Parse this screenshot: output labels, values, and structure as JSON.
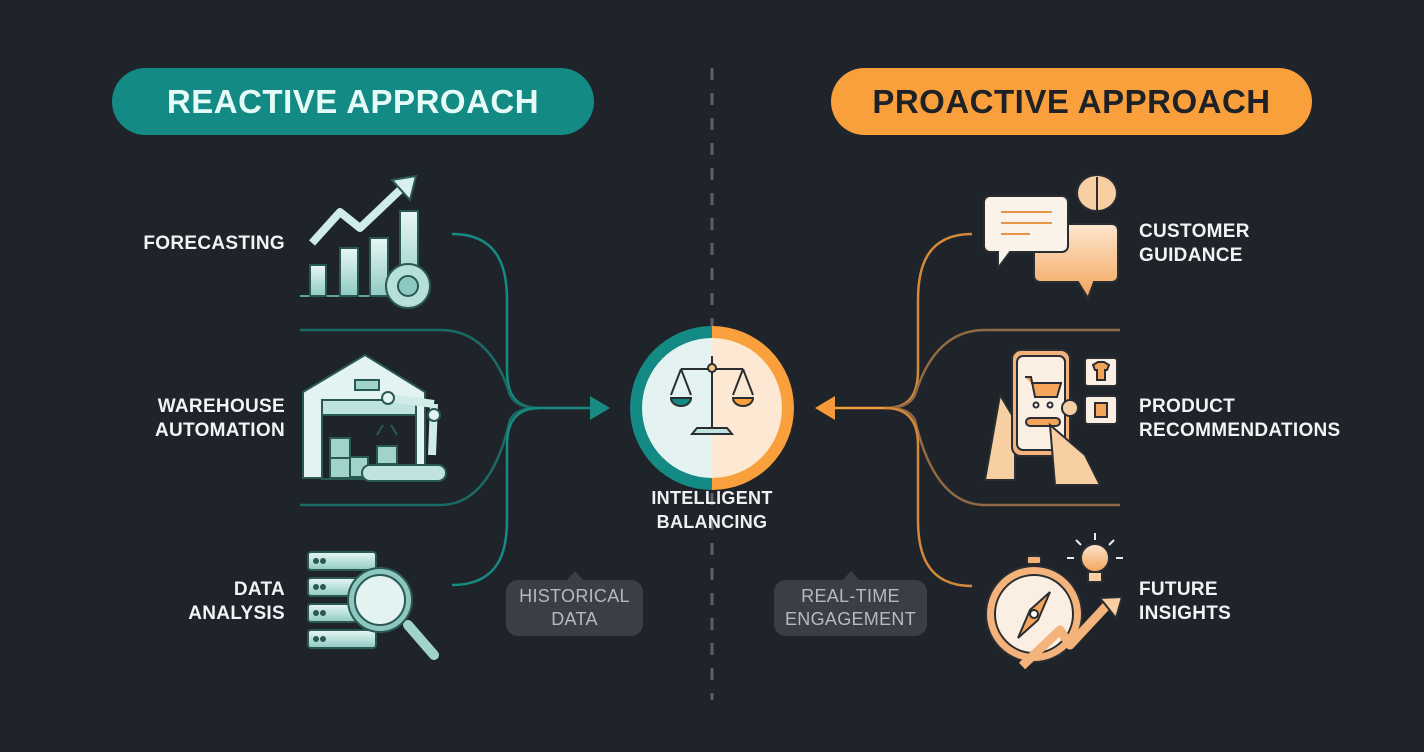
{
  "colors": {
    "background": "#1f242b",
    "reactive_accent": "#138a84",
    "proactive_accent": "#f9a03c",
    "tag_background": "#3b3f45",
    "divider": "#5b6168"
  },
  "reactive": {
    "title": "REACTIVE APPROACH",
    "items": [
      {
        "line1": "FORECASTING",
        "line2": "",
        "icon": "bar-chart-gear-icon"
      },
      {
        "line1": "WAREHOUSE",
        "line2": "AUTOMATION",
        "icon": "warehouse-robot-arm-icon"
      },
      {
        "line1": "DATA",
        "line2": "ANALYSIS",
        "icon": "server-magnifier-icon"
      }
    ],
    "tag": {
      "line1": "HISTORICAL",
      "line2": "DATA"
    }
  },
  "proactive": {
    "title": "PROACTIVE APPROACH",
    "items": [
      {
        "line1": "CUSTOMER",
        "line2": "GUIDANCE",
        "icon": "chat-bubbles-brain-icon"
      },
      {
        "line1": "PRODUCT",
        "line2": "RECOMMENDATIONS",
        "icon": "phone-cart-icon"
      },
      {
        "line1": "FUTURE",
        "line2": "INSIGHTS",
        "icon": "compass-lightbulb-icon"
      }
    ],
    "tag": {
      "line1": "REAL-TIME",
      "line2": "ENGAGEMENT"
    }
  },
  "center": {
    "line1": "INTELLIGENT",
    "line2": "BALANCING",
    "icon": "balance-scale-icon"
  }
}
